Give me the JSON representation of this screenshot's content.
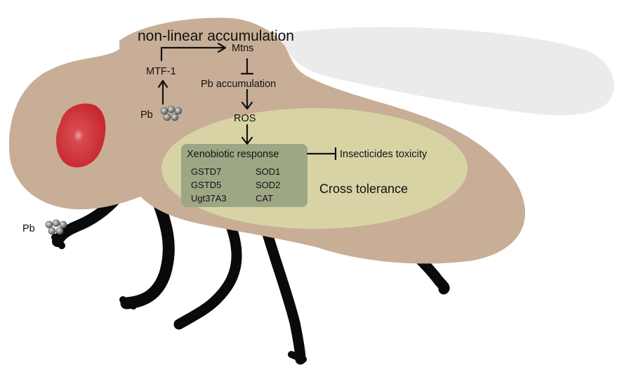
{
  "title": "non-linear accumulation",
  "nodes": {
    "mtf1": "MTF-1",
    "mtns": "Mtns",
    "pb_accumulation": "Pb accumulation",
    "ros": "ROS",
    "xenobiotic_response": "Xenobiotic response",
    "insecticides_toxicity": "Insecticides toxicity",
    "cross_tolerance": "Cross tolerance",
    "pb_input": "Pb",
    "pb_source": "Pb"
  },
  "genes": {
    "left": [
      "GSTD7",
      "GSTD5",
      "Ugt37A3"
    ],
    "right": [
      "SOD1",
      "SOD2",
      "CAT"
    ]
  },
  "colors": {
    "body": "#c8ae96",
    "wing": "#ebebeb",
    "eye": "#d23a3e",
    "ellipse": "#d8d3a4",
    "gene_box": "#9ea784",
    "legs": "#0a0a0a",
    "pb_particle": "#7a7a7a"
  }
}
